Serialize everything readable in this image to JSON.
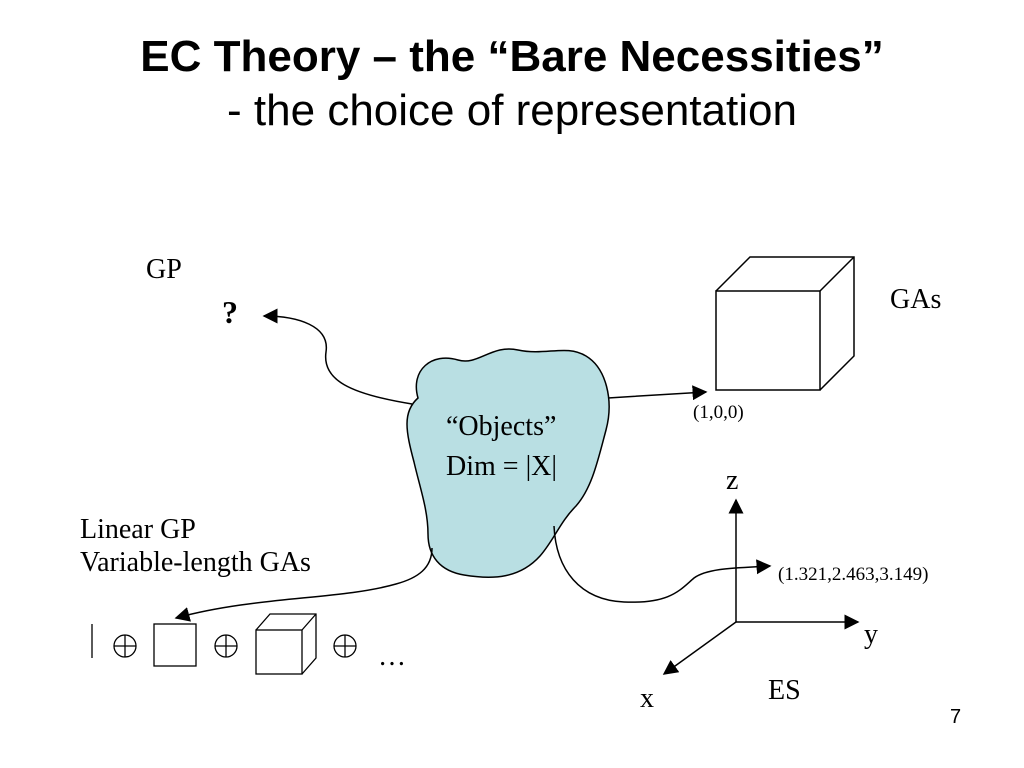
{
  "slide": {
    "title": "EC Theory – the “Bare Necessities”",
    "subtitle": "- the choice of representation",
    "page_number": "7"
  },
  "diagram": {
    "gp_label": "GP",
    "gp_unknown": "?",
    "gas_label": "GAs",
    "gas_coordinate": "(1,0,0)",
    "objects_label": "“Objects”",
    "objects_dim": "Dim = |X|",
    "linear_gp_label": "Linear GP",
    "variable_length_label": "Variable-length GAs",
    "sequence_ellipsis": "…",
    "es_label": "ES",
    "es_coordinate": "(1.321,2.463,3.149)",
    "axis_x": "x",
    "axis_y": "y",
    "axis_z": "z"
  },
  "colors": {
    "blob_fill": "#b9dfe3",
    "line": "#000000",
    "background": "#ffffff"
  }
}
